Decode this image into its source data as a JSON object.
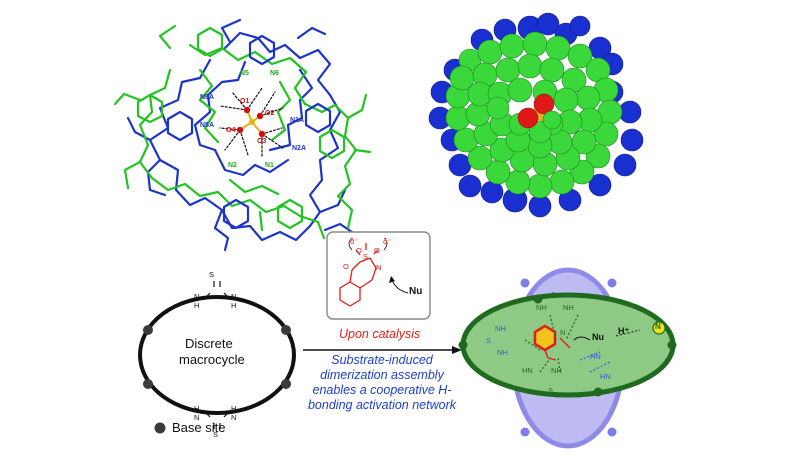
{
  "crystal_labels": {
    "n5": "N5",
    "n6": "N6",
    "n6a": "N6A",
    "n5a": "N5A",
    "n1a": "N1A",
    "n2a": "N2A",
    "n1": "N1",
    "n2": "N2",
    "o1": "O1",
    "o2": "O2",
    "o3": "O3",
    "o4": "O4"
  },
  "macrocycle": {
    "label_line1": "Discrete",
    "label_line2": "macrocycle",
    "legend": "Base site"
  },
  "arrow": {
    "catalysis": "Upon catalysis",
    "desc_line1": "Substrate-induced",
    "desc_line2": "dimerization assembly",
    "desc_line3": "enables a cooperative H-",
    "desc_line4": "bonding activation network"
  },
  "substrate_box": {
    "nu": "Nu",
    "delta_minus": "δ⁻"
  },
  "assembly": {
    "nu": "Nu",
    "h_plus": "H⁺",
    "n_base": "N"
  },
  "colors": {
    "green": "#22c322",
    "blue": "#1c34c8",
    "red": "#e0201b",
    "lavender": "#b9b7f0",
    "ellipse_green": "#8ac77f"
  }
}
